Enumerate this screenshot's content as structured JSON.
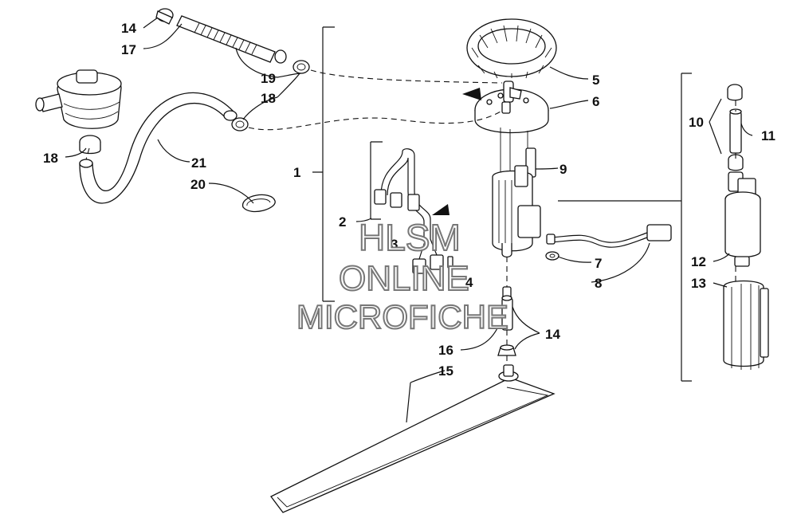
{
  "callouts": {
    "c1": "1",
    "c2": "2",
    "c3": "3",
    "c4": "4",
    "c5": "5",
    "c6": "6",
    "c7": "7",
    "c8": "8",
    "c9": "9",
    "c10": "10",
    "c11": "11",
    "c12": "12",
    "c13": "13",
    "c14a": "14",
    "c14b": "14",
    "c15": "15",
    "c16": "16",
    "c17": "17",
    "c18a": "18",
    "c18b": "18",
    "c19": "19",
    "c20": "20",
    "c21": "21"
  },
  "watermark": {
    "line1": "HLSM",
    "line2": "ONLINE",
    "line3": "MICROFICHE"
  }
}
